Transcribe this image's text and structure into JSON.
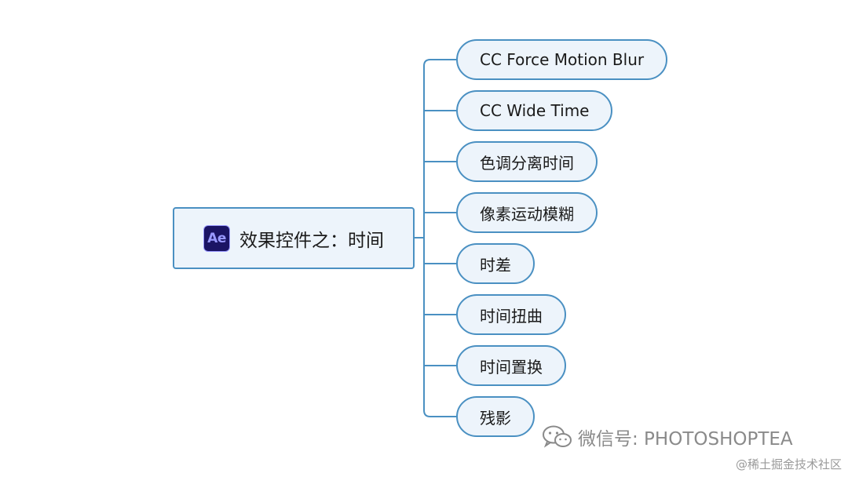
{
  "root": {
    "icon": "after-effects-logo",
    "logo_text": "Ae",
    "label": "效果控件之：时间"
  },
  "children": [
    {
      "label": "CC Force Motion Blur"
    },
    {
      "label": "CC Wide Time"
    },
    {
      "label": "色调分离时间"
    },
    {
      "label": "像素运动模糊"
    },
    {
      "label": "时差"
    },
    {
      "label": "时间扭曲"
    },
    {
      "label": "时间置换"
    },
    {
      "label": "残影"
    }
  ],
  "watermark": {
    "icon": "wechat-icon",
    "text": "微信号: PHOTOSHOPTEA"
  },
  "source_tag": "@稀土掘金技术社区",
  "colors": {
    "border": "#4a90c2",
    "node_fill": "#edf4fb",
    "logo_bg": "#1b1464",
    "logo_fg": "#9999ff"
  }
}
